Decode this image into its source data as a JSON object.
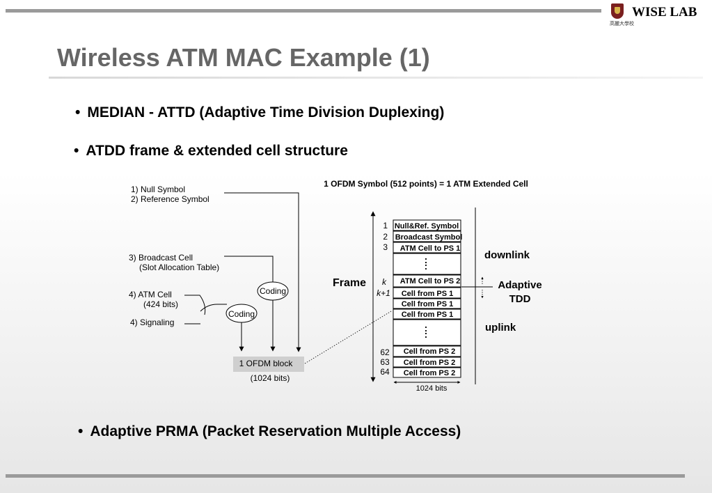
{
  "header": {
    "logo_text": "WISE LAB",
    "logo_subtext": "高麗大學校",
    "title": "Wireless ATM MAC Example (1)"
  },
  "bullets": [
    {
      "dot": "•",
      "text": "MEDIAN - ATTD (Adaptive Time Division Duplexing)"
    },
    {
      "dot": "•",
      "text": "ATDD frame & extended cell structure"
    },
    {
      "dot": "•",
      "text": "Adaptive PRMA (Packet Reservation Multiple Access)"
    }
  ],
  "diagram": {
    "left": {
      "null_symbol": "1) Null Symbol",
      "reference_symbol": "2) Reference Symbol",
      "broadcast_cell": "3) Broadcast Cell",
      "slot_allocation": "(Slot Allocation Table)",
      "atm_cell": "4)    ATM Cell",
      "atm_bits": "(424 bits)",
      "signaling": "4) Signaling",
      "coding_upper": "Coding",
      "coding_lower": "Coding",
      "ofdm_block": "1 OFDM block",
      "ofdm_bits": "(1024 bits)"
    },
    "right": {
      "caption": "1 OFDM Symbol (512 points) = 1 ATM Extended Cell",
      "frame_label": "Frame",
      "downlink": "downlink",
      "adaptive": "Adaptive",
      "tdd": "TDD",
      "uplink": "uplink",
      "width_label": "1024 bits",
      "ellipsis": ":",
      "rows": [
        {
          "num": "1",
          "label": "Null&Ref. Symbol"
        },
        {
          "num": "2",
          "label": "Broadcast Symbol"
        },
        {
          "num": "3",
          "label": "ATM Cell to PS 1"
        },
        {
          "num": "k",
          "label": "ATM Cell to PS 2"
        },
        {
          "num": "k+1",
          "label": "Cell from PS 1"
        },
        {
          "num": "",
          "label": "Cell from PS 1"
        },
        {
          "num": "",
          "label": "Cell from PS 1"
        },
        {
          "num": "62",
          "label": "Cell from PS 2"
        },
        {
          "num": "63",
          "label": "Cell from PS 2"
        },
        {
          "num": "64",
          "label": "Cell from PS 2"
        }
      ]
    }
  }
}
